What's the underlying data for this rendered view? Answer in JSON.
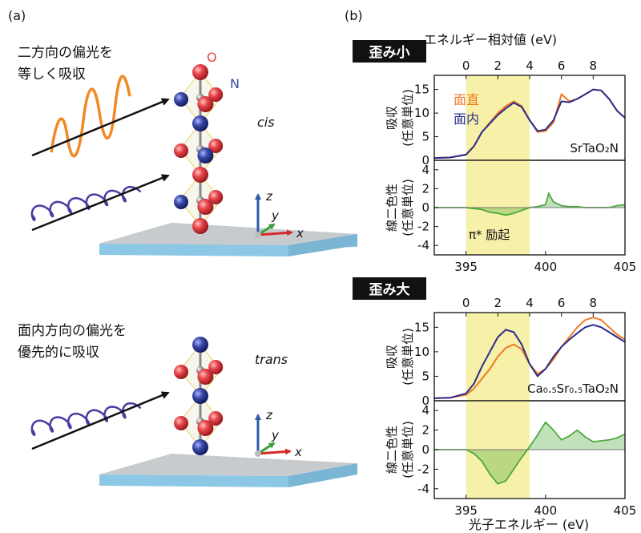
{
  "panel_a": {
    "label": "(a)",
    "top_text_line1": "二方向の偏光を",
    "top_text_line2": "等しく吸収",
    "top_structure": "cis",
    "bottom_text_line1": "面内方向の偏光を",
    "bottom_text_line2": "優先的に吸収",
    "bottom_structure": "trans",
    "atom_O": "O",
    "atom_N": "N",
    "axis_x": "x",
    "axis_y": "y",
    "axis_z": "z",
    "colors": {
      "oxygen": "#e8454a",
      "nitrogen": "#3b4aa8",
      "tantalum": "#8a8a8a",
      "substrate_top": "#c8cbcd",
      "substrate_side": "#8cc8e6",
      "wave_orange": "#f08a24",
      "wave_purple": "#4a3ca0"
    }
  },
  "panel_b": {
    "label": "(b)",
    "top_axis_title": "エネルギー相対値 (eV)",
    "bottom_axis_title": "光子エネルギー (eV)",
    "highlight_color": "#f7f0a8",
    "colors": {
      "out_of_plane": "#f07a22",
      "in_plane": "#2c2c8c",
      "dichroism": "#4daa3c"
    }
  },
  "chart_data": [
    {
      "type": "line",
      "badge": "歪み小",
      "sample": "SrTaO₂N",
      "legend": [
        "面直",
        "面内"
      ],
      "ylabel": "吸収\n(任意単位)",
      "xlim": [
        393,
        405
      ],
      "ylim": [
        0,
        18
      ],
      "yticks": [
        0,
        5,
        10,
        15
      ],
      "top_ticks": [
        "0",
        "2",
        "4",
        "6",
        "8"
      ],
      "top_tick_positions_eV": [
        395,
        397,
        399,
        401,
        403
      ],
      "highlight_range_eV": [
        395,
        399
      ],
      "series": [
        {
          "name": "面直",
          "x": [
            393,
            394,
            395,
            395.5,
            396,
            396.5,
            397,
            397.5,
            398,
            398.5,
            399,
            399.5,
            400,
            400.5,
            401,
            401.5,
            402,
            402.5,
            403,
            403.5,
            404,
            404.5,
            405
          ],
          "values": [
            0.5,
            0.6,
            1.2,
            3.0,
            6.0,
            8.0,
            10.0,
            11.5,
            12.5,
            11.5,
            8.5,
            6.0,
            6.2,
            8.0,
            14.0,
            12.5,
            13.0,
            14.0,
            15.0,
            14.8,
            13.0,
            10.5,
            9.0
          ]
        },
        {
          "name": "面内",
          "x": [
            393,
            394,
            395,
            395.5,
            396,
            396.5,
            397,
            397.5,
            398,
            398.5,
            399,
            399.5,
            400,
            400.5,
            401,
            401.5,
            402,
            402.5,
            403,
            403.5,
            404,
            404.5,
            405
          ],
          "values": [
            0.5,
            0.6,
            1.2,
            3.0,
            6.0,
            7.8,
            9.6,
            11.0,
            12.2,
            11.3,
            8.5,
            6.2,
            6.5,
            8.5,
            12.5,
            12.3,
            13.0,
            14.0,
            15.0,
            14.8,
            13.0,
            10.5,
            9.0
          ]
        }
      ]
    },
    {
      "type": "area",
      "ylabel": "線二色性\n(任意単位)",
      "annotation": "π* 励起",
      "xlim": [
        393,
        405
      ],
      "ylim": [
        -5,
        5
      ],
      "yticks": [
        -4,
        -2,
        0,
        2,
        4
      ],
      "xticks": [
        395,
        400,
        405
      ],
      "x": [
        393,
        394,
        395,
        395.5,
        396,
        396.5,
        397,
        397.5,
        398,
        398.5,
        399,
        399.5,
        400,
        400.2,
        400.5,
        401,
        401.5,
        402,
        402.5,
        403,
        403.5,
        404,
        404.5,
        405
      ],
      "values": [
        0,
        0,
        0,
        -0.1,
        -0.2,
        -0.5,
        -0.6,
        -0.8,
        -0.6,
        -0.3,
        0,
        0.1,
        0.3,
        1.5,
        0.6,
        0.2,
        0.1,
        0.1,
        0,
        0,
        0,
        0,
        0.2,
        0.3
      ]
    },
    {
      "type": "line",
      "badge": "歪み大",
      "sample": "Ca₀.₅Sr₀.₅TaO₂N",
      "ylabel": "吸収\n(任意単位)",
      "xlim": [
        393,
        405
      ],
      "ylim": [
        0,
        18
      ],
      "yticks": [
        0,
        5,
        10,
        15
      ],
      "top_ticks": [
        "0",
        "2",
        "4",
        "6",
        "8"
      ],
      "top_tick_positions_eV": [
        395,
        397,
        399,
        401,
        403
      ],
      "highlight_range_eV": [
        395,
        399
      ],
      "series": [
        {
          "name": "面直",
          "x": [
            393,
            394,
            395,
            395.5,
            396,
            396.5,
            397,
            397.5,
            398,
            398.5,
            399,
            399.5,
            400,
            400.5,
            401,
            401.5,
            402,
            402.5,
            403,
            403.5,
            404,
            404.5,
            405
          ],
          "values": [
            0.5,
            0.6,
            1.2,
            2.5,
            4.5,
            6.5,
            9.0,
            10.8,
            11.5,
            10.5,
            7.5,
            5.5,
            6.5,
            8.5,
            11.0,
            13.0,
            15.0,
            16.5,
            17.0,
            16.5,
            15.0,
            13.5,
            12.5
          ]
        },
        {
          "name": "面内",
          "x": [
            393,
            394,
            395,
            395.5,
            396,
            396.5,
            397,
            397.5,
            398,
            398.5,
            399,
            399.5,
            400,
            400.5,
            401,
            401.5,
            402,
            402.5,
            403,
            403.5,
            404,
            404.5,
            405
          ],
          "values": [
            0.5,
            0.6,
            1.5,
            3.5,
            7.0,
            10.0,
            13.0,
            14.5,
            14.0,
            11.5,
            7.5,
            5.0,
            6.5,
            9.0,
            11.0,
            12.5,
            13.8,
            15.0,
            15.5,
            15.0,
            14.0,
            13.0,
            12.0
          ]
        }
      ]
    },
    {
      "type": "area",
      "ylabel": "線二色性\n(任意単位)",
      "xlabel": "光子エネルギー (eV)",
      "xlim": [
        393,
        405
      ],
      "ylim": [
        -5,
        5
      ],
      "yticks": [
        -4,
        -2,
        0,
        2,
        4
      ],
      "xticks": [
        395,
        400,
        405
      ],
      "x": [
        393,
        394,
        395,
        395.5,
        396,
        396.5,
        397,
        397.5,
        398,
        398.5,
        399,
        399.5,
        400,
        400.5,
        401,
        401.5,
        402,
        402.5,
        403,
        403.5,
        404,
        404.5,
        405
      ],
      "values": [
        0,
        0,
        0,
        -0.4,
        -1.2,
        -2.5,
        -3.5,
        -3.2,
        -2.0,
        -0.8,
        0.3,
        1.5,
        2.8,
        2.0,
        1.0,
        1.4,
        2.0,
        1.3,
        0.8,
        0.9,
        1.0,
        1.2,
        1.6
      ]
    }
  ]
}
